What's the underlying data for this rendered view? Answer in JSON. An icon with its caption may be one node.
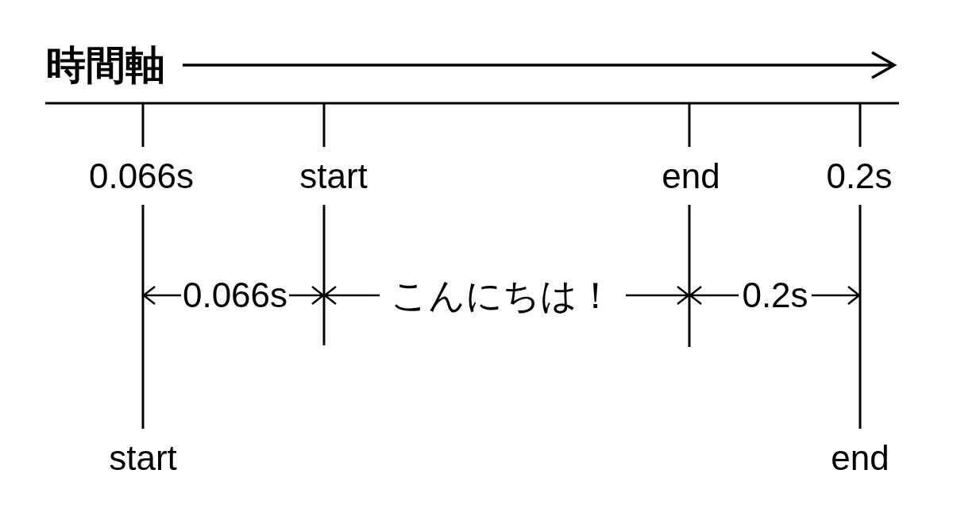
{
  "diagram": {
    "labels": [
      "時間軸",
      "0.066s",
      "start",
      "end",
      "0.2s",
      "0.066s",
      "こんにちは！",
      "0.2s",
      "start",
      "end"
    ]
  }
}
